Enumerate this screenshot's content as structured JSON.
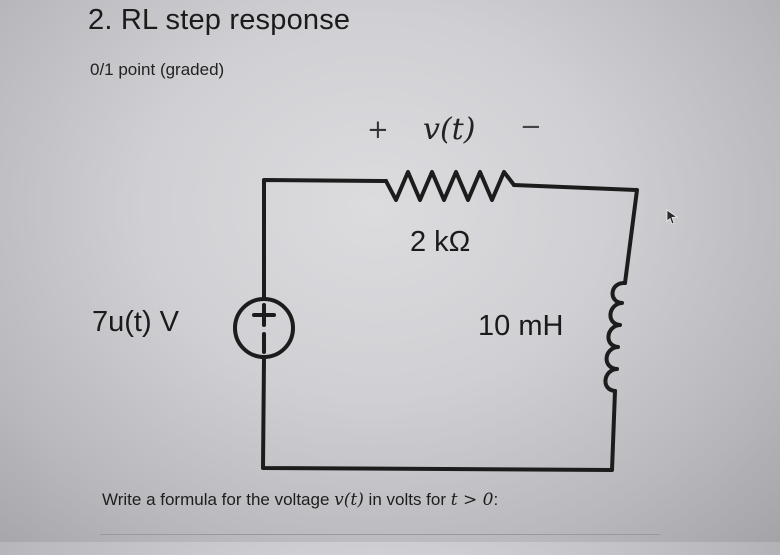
{
  "question": {
    "title": "2. RL step response",
    "points": "0/1 point (graded)"
  },
  "circuit": {
    "plus_sign": "+",
    "voltage_label": "v(t)",
    "minus_sign": "−",
    "resistor_value": "2 kΩ",
    "source_value": "7u(t) V",
    "inductor_value": "10 mH"
  },
  "prompt": {
    "before": "Write a formula for the voltage ",
    "var": "v(t)",
    "middle": " in volts for ",
    "condition": "t > 0",
    "after": ":"
  },
  "answer": {
    "value": ""
  },
  "icons": {
    "cursor": "mouse-pointer-icon",
    "resistor": "resistor-symbol",
    "inductor": "inductor-symbol",
    "source": "voltage-source-symbol"
  }
}
